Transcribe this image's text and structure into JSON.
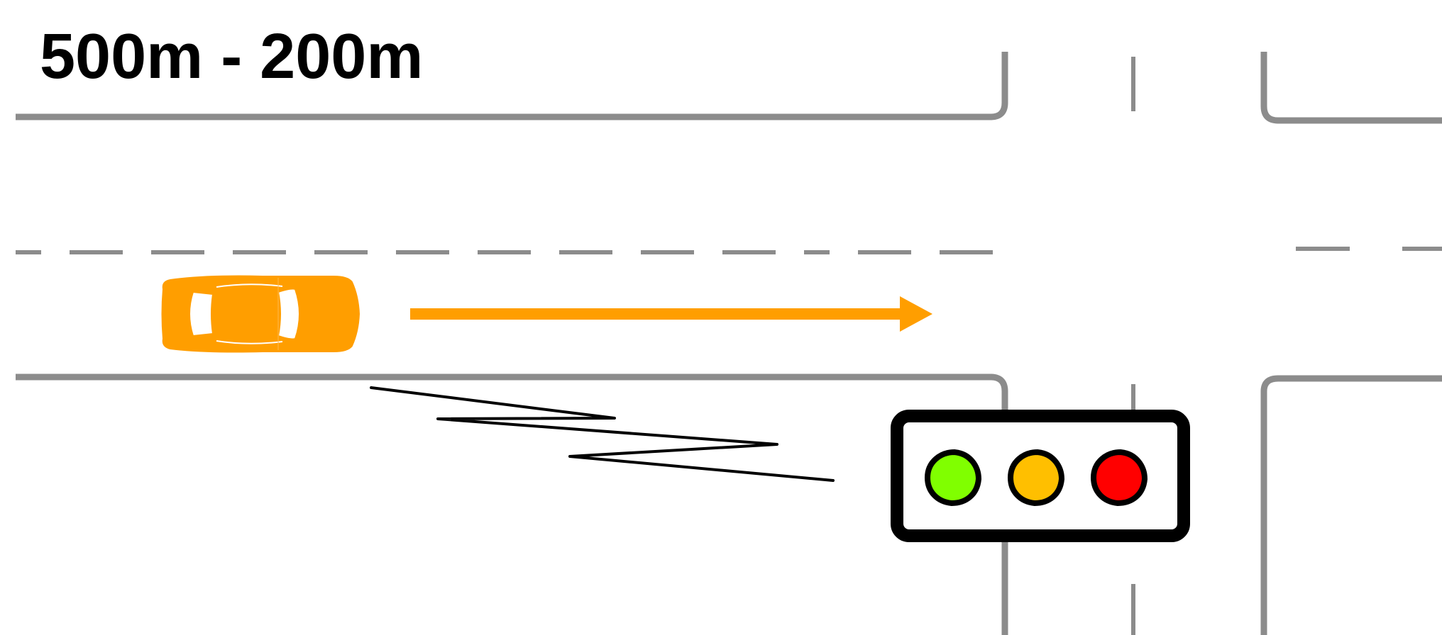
{
  "scene": {
    "distance_label": "500m - 200m",
    "colors": {
      "road_line": "#8c8c8c",
      "vehicle": "#ff9e00",
      "direction_arrow": "#ff9e00",
      "signal_outline": "#000000",
      "light_green": "#80ff00",
      "light_amber": "#ffbf00",
      "light_red": "#ff0000"
    },
    "vehicle": {
      "icon": "car-top-view-icon",
      "heading": "right"
    },
    "traffic_signal": {
      "lights": [
        {
          "color_name": "green",
          "state": "lit"
        },
        {
          "color_name": "amber",
          "state": "lit"
        },
        {
          "color_name": "red",
          "state": "lit"
        }
      ]
    },
    "wireless_link_icon": "zigzag-signal-icon"
  }
}
